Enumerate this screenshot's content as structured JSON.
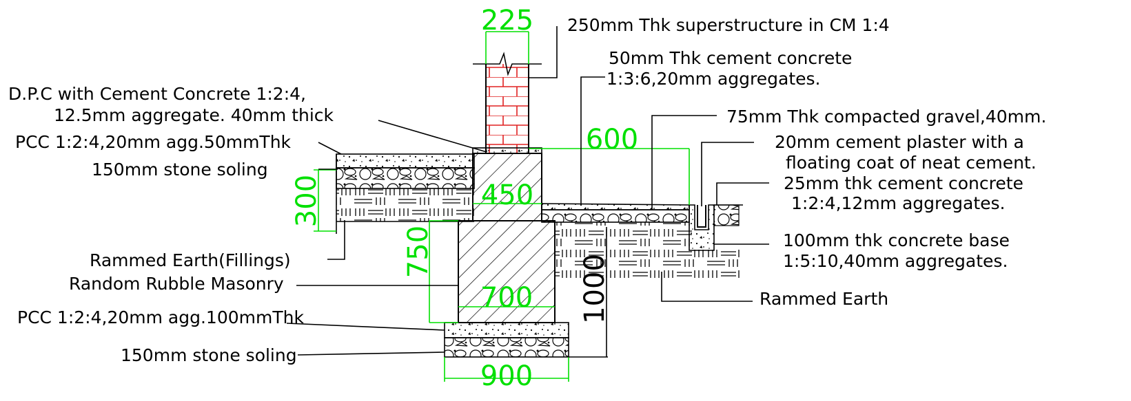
{
  "labels": {
    "superstructure": "250mm Thk superstructure in CM 1:4",
    "cement_concrete_1": "50mm Thk cement concrete",
    "cement_concrete_2": "1:3:6,20mm aggregates.",
    "dpc_1": "D.P.C with Cement Concrete 1:2:4,",
    "dpc_2": "12.5mm aggregate. 40mm thick",
    "gravel": "75mm Thk compacted gravel,40mm.",
    "pcc_top": "PCC 1:2:4,20mm agg.50mmThk",
    "plaster_1": "20mm cement plaster with a",
    "plaster_2": "floating coat of neat cement.",
    "soling_top": "150mm stone soling",
    "cc25_1": "25mm thk cement concrete",
    "cc25_2": "1:2:4,12mm aggregates.",
    "base_1": "100mm thk concrete base",
    "base_2": "1:5:10,40mm aggregates.",
    "rammed_fill": "Rammed Earth(Fillings)",
    "rubble": "Random Rubble Masonry",
    "rammed": "Rammed Earth",
    "pcc_bottom": "PCC 1:2:4,20mm agg.100mmThk",
    "soling_bottom": "150mm stone soling"
  },
  "dimensions": {
    "wall_width": "225",
    "offset": "600",
    "plinth": "450",
    "fill_depth": "300",
    "masonry_depth": "750",
    "masonry_width": "700",
    "total_depth": "1000",
    "footing_width": "900"
  },
  "colors": {
    "dimension": "#00e000",
    "brick": "#e02020",
    "line": "#000000"
  }
}
